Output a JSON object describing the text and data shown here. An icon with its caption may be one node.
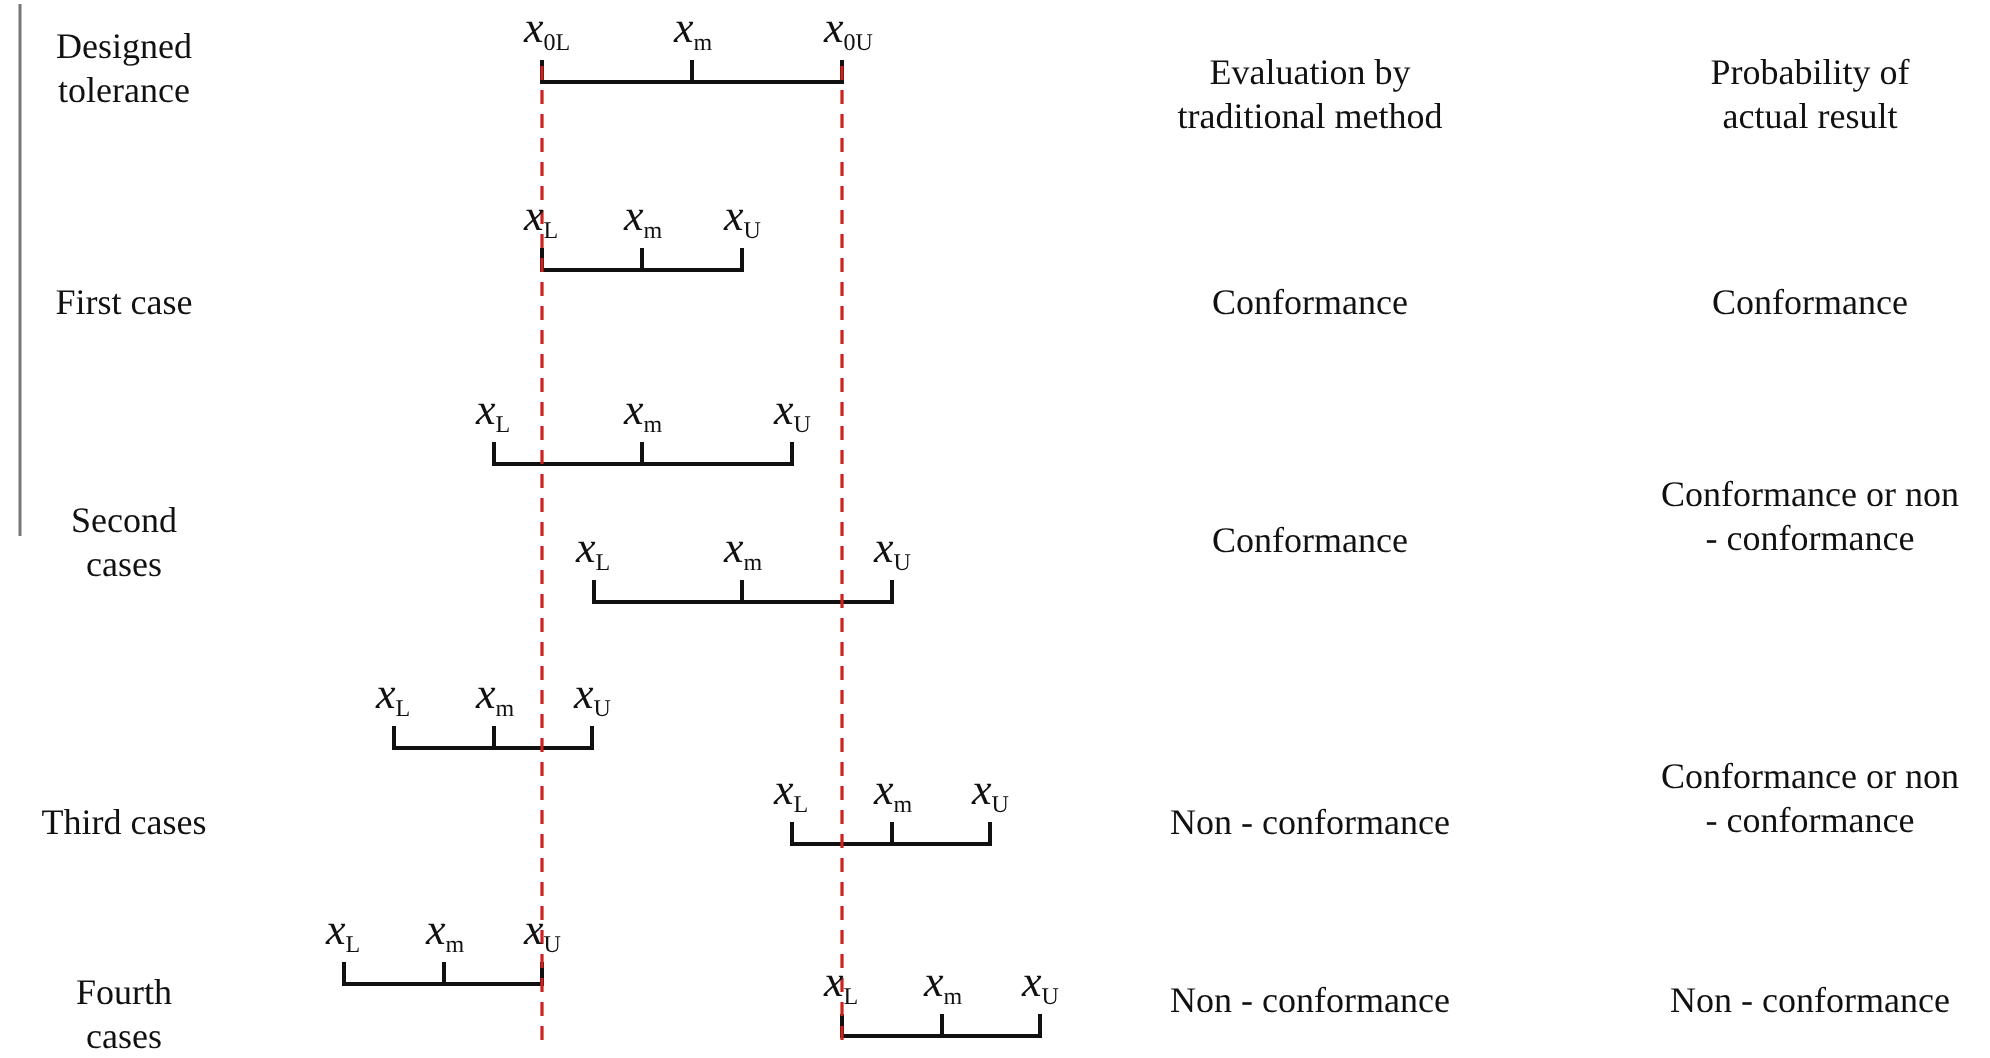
{
  "diagram": {
    "labels": [
      "*x*$_{0L}$",
      "*x*$_{m}$",
      "*x*$_{0U}$",
      "Designed tolerance",
      "Evaluation by traditional method",
      "Probability of actual result",
      "*x*$_{L}$",
      "*x*$_{m}$",
      "*x*$_{U}$",
      "First case",
      "Conformance",
      "Conformance",
      "*x*$_{L}$",
      "*x*$_{m}$",
      "*x*$_{U}$",
      "Second cases",
      "Conformance",
      "Conformance or non - conformance",
      "*x*$_{L}$",
      "*x*$_{m}$",
      "*x*$_{U}$",
      "*x*$_{L}$",
      "*x*$_{m}$",
      "*x*$_{U}$",
      "*x*$_{L}$",
      "*x*$_{m}$",
      "*x*$_{U}$",
      "Third cases",
      "Non - conformance",
      "Conformance or non - conformance",
      "*x*$_{L}$",
      "*x*$_{m}$",
      "*x*$_{U}$",
      "Fourth cases",
      "*x*$_{L}$",
      "*x*$_{m}$",
      "*x*$_{U}$",
      "Non - conformance",
      "Non - conformance"
    ]
  }
}
